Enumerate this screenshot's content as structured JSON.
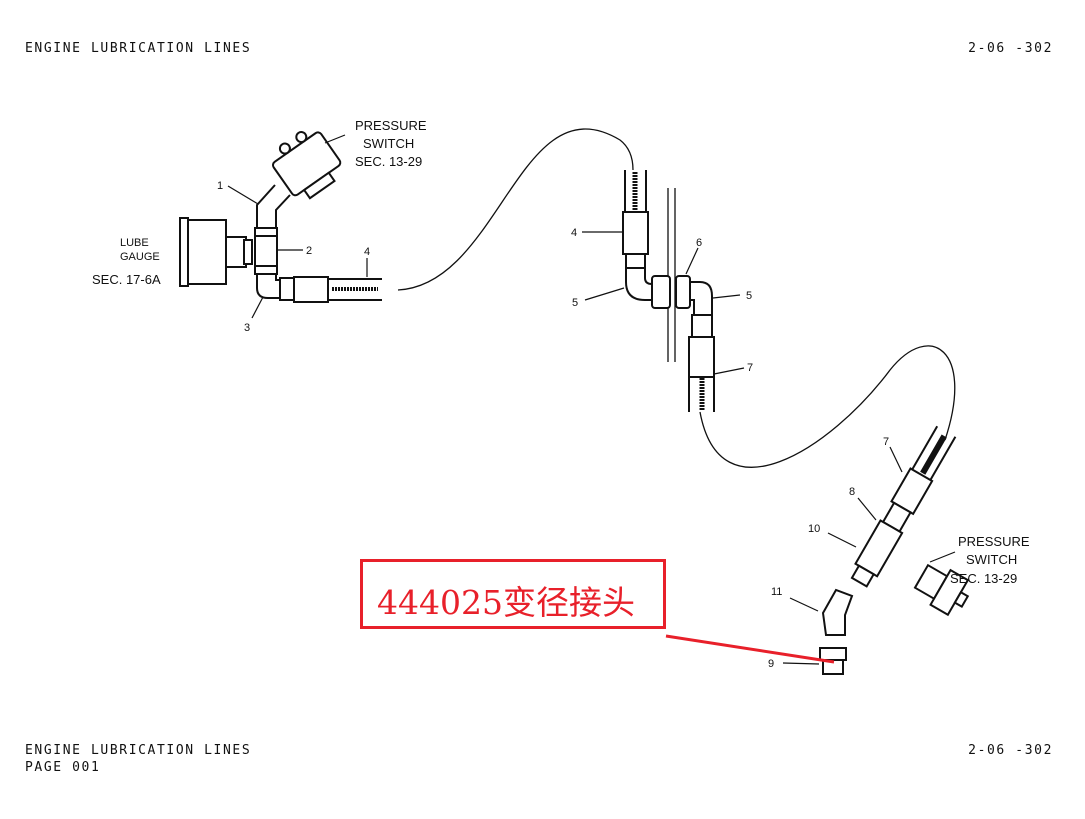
{
  "header": {
    "title": "ENGINE LUBRICATION LINES",
    "code": "2-06 -302"
  },
  "footer": {
    "title": "ENGINE LUBRICATION LINES",
    "page": "PAGE 001",
    "code": "2-06 -302"
  },
  "diagram": {
    "callouts_left": {
      "pressure_switch": [
        "PRESSURE",
        "SWITCH",
        "SEC. 13-29"
      ],
      "lube_gauge": [
        "LUBE",
        "GAUGE",
        "SEC. 17-6A"
      ],
      "numbers": [
        "1",
        "2",
        "3",
        "4"
      ]
    },
    "callouts_middle": {
      "numbers": [
        "4",
        "5",
        "6",
        "5",
        "7"
      ]
    },
    "callouts_right": {
      "pressure_switch": [
        "PRESSURE",
        "SWITCH",
        "SEC. 13-29"
      ],
      "numbers": [
        "7",
        "8",
        "10",
        "11",
        "9"
      ]
    }
  },
  "annotation": {
    "text": "444025变径接头",
    "color": "#e8202a"
  }
}
